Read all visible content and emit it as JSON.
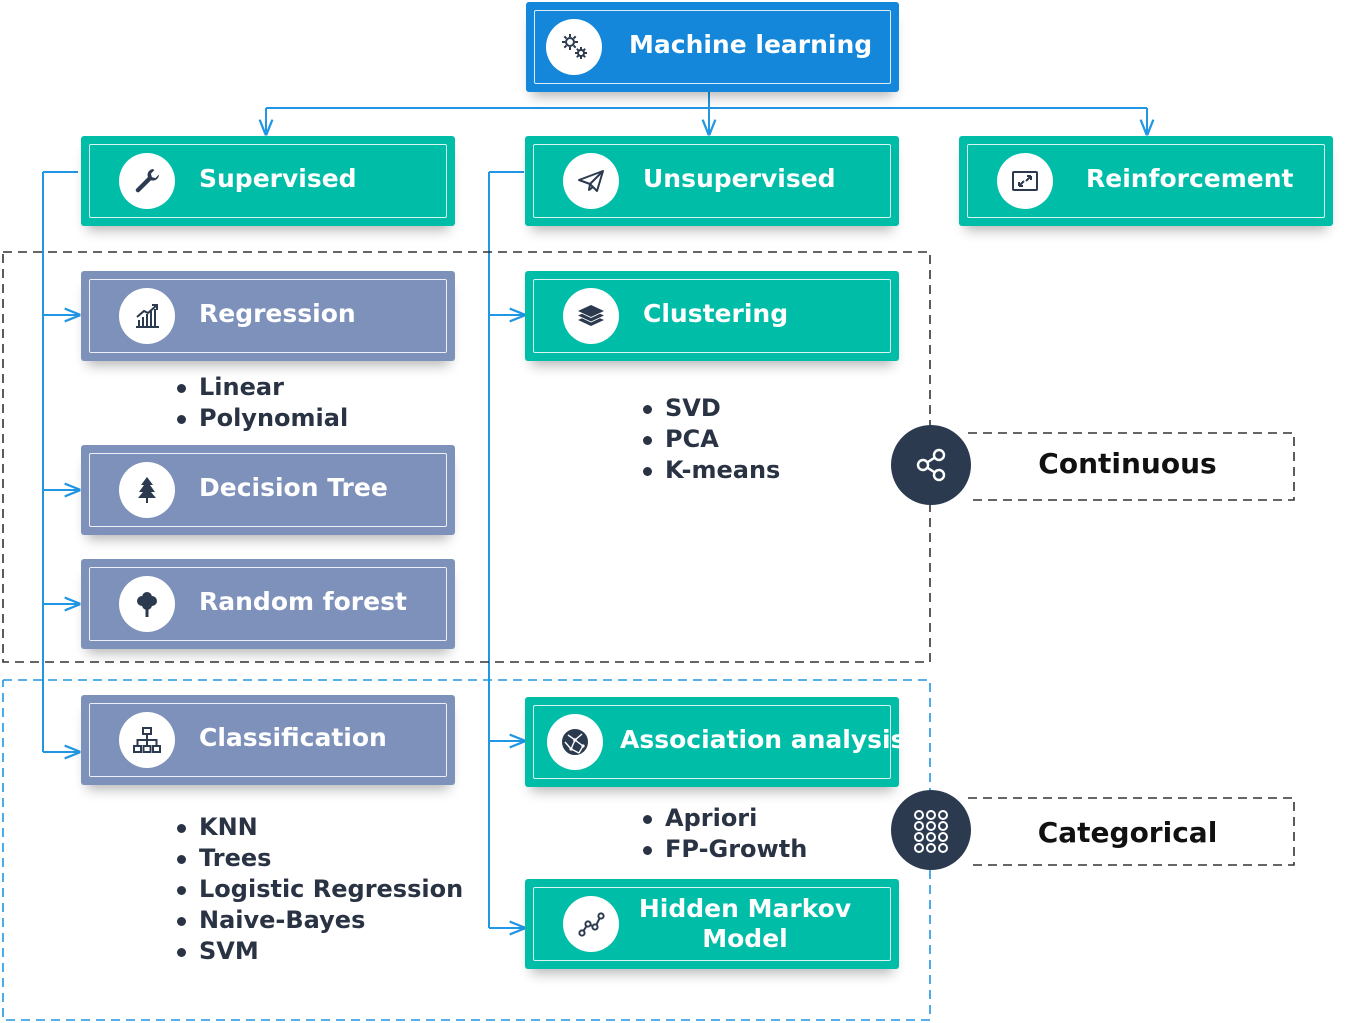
{
  "nodes": {
    "machine_learning": "Machine learning",
    "supervised": "Supervised",
    "unsupervised": "Unsupervised",
    "reinforcement": "Reinforcement",
    "regression": "Regression",
    "decision_tree": "Decision Tree",
    "random_forest": "Random forest",
    "classification": "Classification",
    "clustering": "Clustering",
    "association_analysis": "Association analysis",
    "hidden_markov": "Hidden Markov Model"
  },
  "lists": {
    "regression": [
      "Linear",
      "Polynomial"
    ],
    "clustering": [
      "SVD",
      "PCA",
      "K-means"
    ],
    "classification": [
      "KNN",
      "Trees",
      "Logistic Regression",
      "Naive-Bayes",
      "SVM"
    ],
    "association": [
      "Apriori",
      "FP-Growth"
    ]
  },
  "groups": {
    "continuous": "Continuous",
    "categorical": "Categorical"
  },
  "colors": {
    "teal": "#00bda8",
    "slate": "#7e91bb",
    "blue": "#1487da",
    "dark": "#2c3a4f",
    "arrow": "#2196e3"
  },
  "icons": {
    "machine_learning": "gears-icon",
    "supervised": "wrench-icon",
    "unsupervised": "paper-plane-icon",
    "reinforcement": "resize-arrows-icon",
    "regression": "bar-chart-up-icon",
    "decision_tree": "tree-icon",
    "random_forest": "forest-tree-icon",
    "classification": "hierarchy-icon",
    "clustering": "layers-icon",
    "association_analysis": "globe-network-icon",
    "hidden_markov": "node-path-icon",
    "continuous": "share-nodes-icon",
    "categorical": "dot-grid-icon"
  }
}
